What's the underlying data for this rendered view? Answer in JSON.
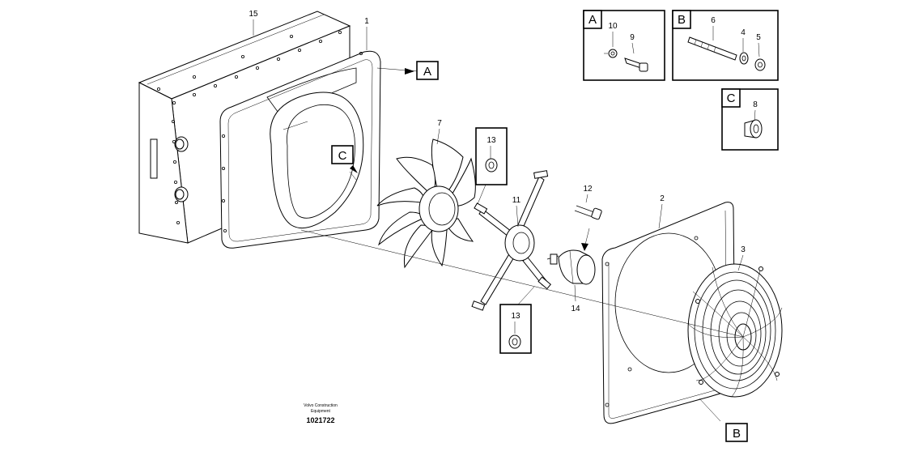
{
  "callouts": {
    "n15": "15",
    "n1": "1",
    "n7": "7",
    "n13a": "13",
    "n11": "11",
    "n12": "12",
    "n2": "2",
    "n3": "3",
    "n14": "14",
    "n13b": "13",
    "ref_a": "A",
    "ref_b": "B",
    "ref_c": "C"
  },
  "details": {
    "a": {
      "tag": "A",
      "n10": "10",
      "n9": "9"
    },
    "b": {
      "tag": "B",
      "n6": "6",
      "n4": "4",
      "n5": "5"
    },
    "c": {
      "tag": "C",
      "n8": "8"
    }
  },
  "footer": {
    "brand_line1": "Volvo Construction",
    "brand_line2": "Equipment",
    "doc_number": "1021722"
  }
}
